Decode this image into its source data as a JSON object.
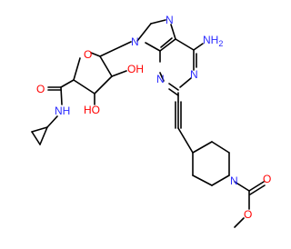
{
  "molecule": {
    "atom_labels": {
      "n7": "N",
      "n9": "N",
      "n1": "N",
      "n3": "N",
      "nh2": "NH",
      "nh2_sub": "2",
      "o_ring": "O",
      "oh_2": "OH",
      "oh_3": "HO",
      "amide_o": "O",
      "amide_nh": "NH",
      "pip_n": "N",
      "carbamate_o_carbonyl": "O",
      "carbamate_o_ester": "O"
    },
    "colors": {
      "nitrogen": "#2b2bff",
      "oxygen": "#ff0000",
      "carbon": "#000000"
    }
  }
}
